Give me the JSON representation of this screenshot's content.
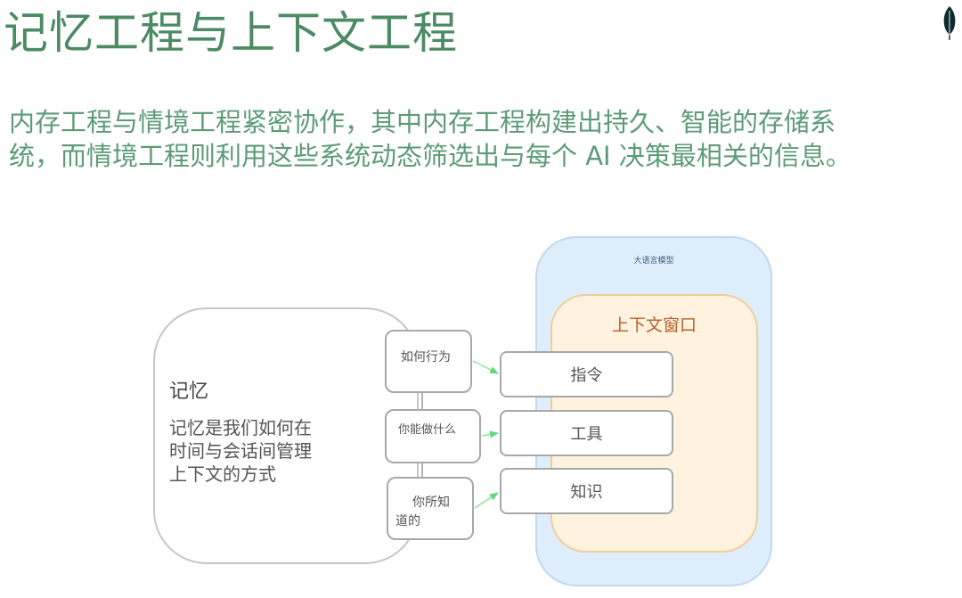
{
  "header": {
    "title": "记忆工程与上下文工程",
    "logo_icon": "leaf-icon"
  },
  "intro": {
    "lines": [
      "内存工程与情境工程紧密协作，其中内存工程构建出持久、智能的存储系",
      "统，而情境工程则利用这些系统动态筛选出与每个 AI 决策最相关的信息。"
    ]
  },
  "diagram": {
    "memory": {
      "title": "记忆",
      "description_lines": [
        "记忆是我们如何在",
        "时间与会话间管理",
        "上下文的方式"
      ]
    },
    "memory_aspects": [
      {
        "label": "如何行为"
      },
      {
        "label": "你能做什么"
      },
      {
        "label_lines": [
          "你所知",
          "道的"
        ]
      }
    ],
    "llm": {
      "label": "大语言模型",
      "context_window": {
        "label": "上下文窗口",
        "items": [
          "指令",
          "工具",
          "知识"
        ]
      }
    },
    "colors": {
      "title": "#4b8a63",
      "intro": "#5d9b78",
      "llm_fill": "#deeefc",
      "llm_border": "#bcdaf0",
      "context_fill": "#fff2de",
      "context_border": "#f1cd96",
      "context_label": "#b4602a",
      "arrow": "#5fd87a"
    }
  }
}
